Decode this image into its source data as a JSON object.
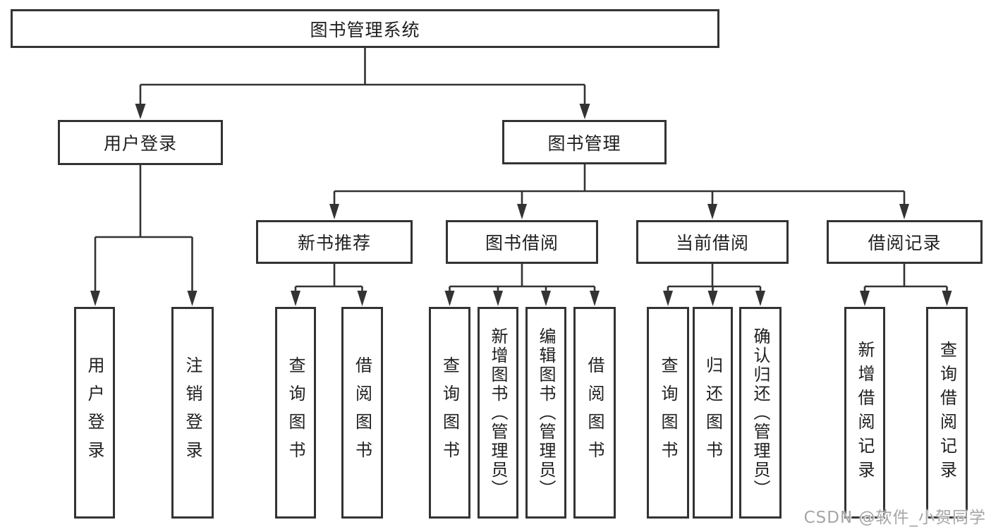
{
  "diagram": {
    "root": {
      "label": "图书管理系统"
    },
    "level2": [
      {
        "label": "用户登录"
      },
      {
        "label": "图书管理"
      }
    ],
    "level3": [
      {
        "label": "新书推荐"
      },
      {
        "label": "图书借阅"
      },
      {
        "label": "当前借阅"
      },
      {
        "label": "借阅记录"
      }
    ],
    "leaves": {
      "user_login": [
        "用户登录",
        "注销登录"
      ],
      "new_books": [
        "查询图书",
        "借阅图书"
      ],
      "book_borrow": [
        "查询图书",
        "新增图书（管理员）",
        "编辑图书（管理员）",
        "借阅图书"
      ],
      "current_borrow": [
        "查询图书",
        "归还图书",
        "确认归还（管理员）"
      ],
      "borrow_records": [
        "新增借阅记录",
        "查询借阅记录"
      ]
    }
  },
  "watermark": "CSDN @软件_小贺同学",
  "colors": {
    "line": "#333333",
    "text": "#1f1f1f",
    "watermark": "#a6a6a6",
    "background": "#ffffff"
  }
}
